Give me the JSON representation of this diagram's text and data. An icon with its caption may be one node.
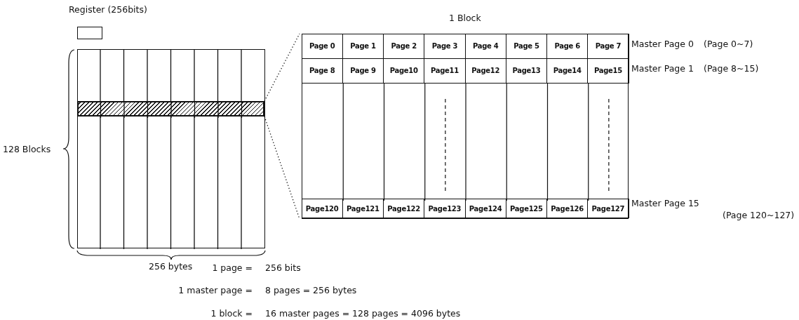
{
  "diagram": {
    "nodes": [
      {
        "text": [
          "Register (256bits)"
        ]
      },
      {
        "text": [],
        "shape": "box"
      },
      {
        "text": [],
        "shape": "bar",
        "in": 1
      },
      {
        "text": [
          "1 Block"
        ]
      },
      {
        "text": [
          "Page 0"
        ],
        "in": 3
      },
      {
        "text": [
          "Page 1"
        ],
        "in": 3
      },
      {
        "text": [
          "Page 2"
        ],
        "in": 3
      },
      {
        "text": [
          "Page 3"
        ],
        "in": 3
      },
      {
        "text": [
          "Page 4"
        ],
        "in": 3
      },
      {
        "text": [
          "Page 5"
        ],
        "in": 3
      },
      {
        "text": [
          "Page 6"
        ],
        "in": 3
      },
      {
        "text": [
          "Page 7"
        ],
        "in": 3
      },
      {
        "text": [
          "Page 8"
        ],
        "in": 3
      },
      {
        "text": [
          "Page 9"
        ],
        "in": 3
      },
      {
        "text": [
          "Page10"
        ],
        "in": 3
      },
      {
        "text": [
          "Page11"
        ],
        "in": 3
      },
      {
        "text": [
          "Page12"
        ],
        "in": 3
      },
      {
        "text": [
          "Page13"
        ],
        "in": 3
      },
      {
        "text": [
          "Page14"
        ],
        "in": 3
      },
      {
        "text": [
          "Page15"
        ],
        "in": 3
      },
      {
        "text": [
          "Page120"
        ],
        "in": 3
      },
      {
        "text": [
          "Page121"
        ],
        "in": 3
      },
      {
        "text": [
          "Page122"
        ],
        "in": 3
      },
      {
        "text": [
          "Page123"
        ],
        "in": 3
      },
      {
        "text": [
          "Page124"
        ],
        "in": 3
      },
      {
        "text": [
          "Page125"
        ],
        "in": 3
      },
      {
        "text": [
          "Page126"
        ],
        "in": 3
      },
      {
        "text": [
          "Page127"
        ],
        "in": 3
      }
    ],
    "edges": [
      {
        "from": 2,
        "to": 3,
        "arrow": "none",
        "style": "dashed"
      },
      {
        "from": 2,
        "to": 3,
        "arrow": "none",
        "style": "dashed"
      }
    ],
    "labels": [
      "Master Page 0",
      "(Page 0~7)",
      "Master Page 1",
      "(Page 8~15)",
      "128 Blocks",
      "Master Page 15",
      "256 bytes",
      "(Page 120~127)",
      "1 page =",
      "256 bits",
      "1 master page =",
      "8 pages = 256 bytes",
      "1 block =",
      "16 master pages = 128 pages = 4096 bytes"
    ]
  }
}
